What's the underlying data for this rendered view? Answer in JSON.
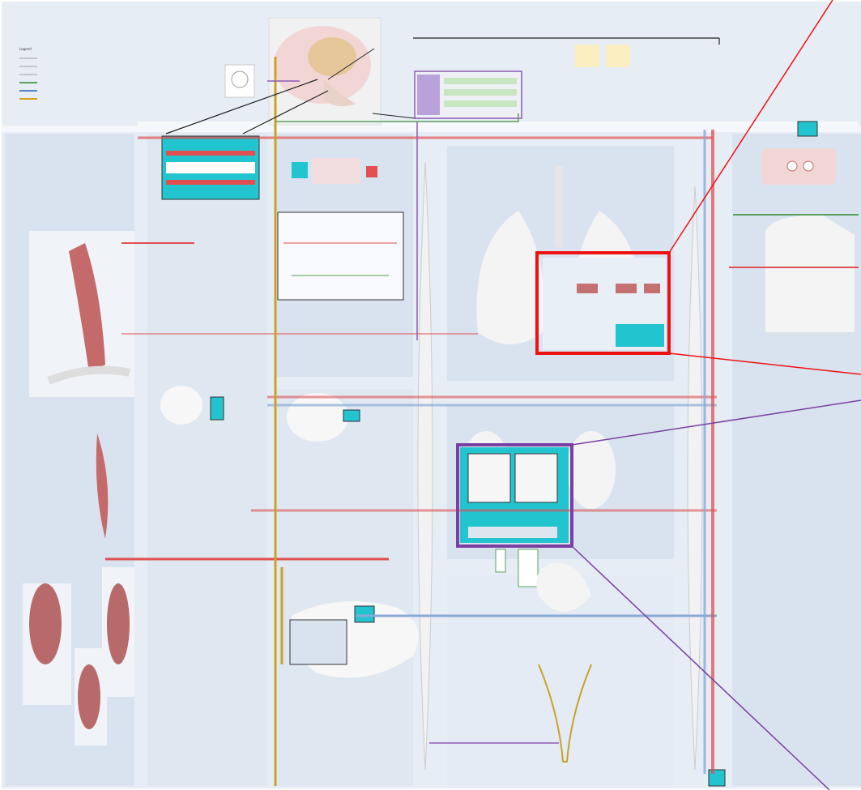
{
  "diagram": {
    "legend_title": "Legend",
    "legend_items": [
      {
        "label": "",
        "color": "#9c9c9c"
      },
      {
        "label": "",
        "color": "#9c9c9c"
      },
      {
        "label": "",
        "color": "#9c9c9c"
      },
      {
        "label": "",
        "color": "#5aa05a"
      },
      {
        "label": "",
        "color": "#4f86c6"
      },
      {
        "label": "",
        "color": "#d4a017"
      }
    ],
    "colors": {
      "background": "#e6edf5",
      "panel": "#d8e2ee",
      "panel_light": "#f0f4f9",
      "artery": "#e05050",
      "vein": "#8aa9d6",
      "nerve": "#8e5bb5",
      "lymph": "#c9a227",
      "module": "#22c4cf",
      "highlight_red": "#ee1111",
      "highlight_purple": "#7a3fa3",
      "spine": "#cfcfcf"
    },
    "icons": [
      "brain-icon",
      "lungs-icon",
      "heart-icon",
      "kidney-icon",
      "liver-icon",
      "stomach-icon",
      "intestine-icon",
      "bladder-icon",
      "arm-muscle-icon",
      "leg-muscle-icon",
      "spine-icon"
    ],
    "highlights": [
      {
        "name": "lung-subsystem-highlight",
        "color": "#ee1111"
      },
      {
        "name": "kidney-subsystem-highlight",
        "color": "#7a3fa3"
      }
    ]
  }
}
